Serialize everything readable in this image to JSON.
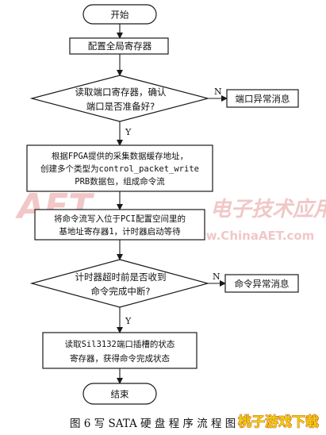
{
  "nodes": {
    "start": "开始",
    "config_global": "配置全局寄存器",
    "read_port_line1": "读取端口寄存器，确认",
    "read_port_line2": "端口是否准备好?",
    "port_error": "端口异常消息",
    "create_lines": [
      "根据FPGA提供的采集数据缓存地址，",
      "创建多个类型为control_packet_write",
      "PRB数据包，组成命令流"
    ],
    "write_lines": [
      "将命令流写入位于PCI配置空间里的",
      "基地址寄存器1，计时器启动等待"
    ],
    "timer_line1": "计时器超时前是否收到",
    "timer_line2": "命令完成中断?",
    "cmd_error": "命令异常消息",
    "read_status_line1": "读取Sil3132端口插槽的状态",
    "read_status_line2": "寄存器，获得命令完成状态",
    "end": "结束"
  },
  "edge_labels": {
    "no1": "N",
    "yes1": "Y",
    "no2": "N",
    "yes2": "Y"
  },
  "caption": "图 6   写 SATA 硬 盘 程 序 流 程 图",
  "watermark": {
    "logo": "AET",
    "cn": "电子技术应用",
    "url": "www.ChinaAET.com"
  },
  "stamp": "桃子游戏下载",
  "colors": {
    "stroke": "#1a1a1a",
    "watermark": "#e79a9a",
    "stamp": "#f0d400",
    "stamp_outline": "#c0392b"
  }
}
